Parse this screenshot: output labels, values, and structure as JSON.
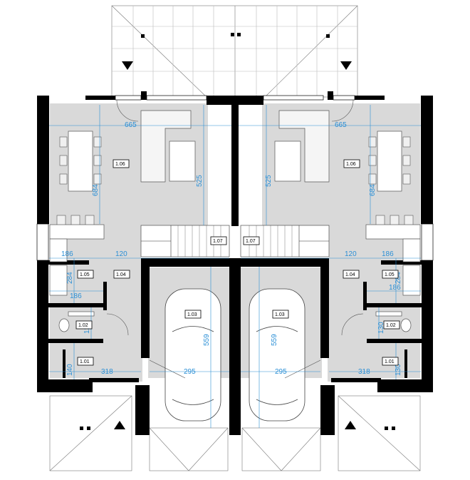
{
  "plan": {
    "rooms": {
      "l_living": "1.06",
      "r_living": "1.06",
      "l_stairs": "1.07",
      "r_stairs": "1.07",
      "l_hall": "1.04",
      "r_hall": "1.04",
      "l_kitchen": "1.05",
      "r_kitchen": "1.05",
      "l_wc": "1.02",
      "r_wc": "1.02",
      "l_garage": "1.03",
      "r_garage": "1.03",
      "l_tech": "1.01",
      "r_tech": "1.01"
    },
    "dims": {
      "l_665": "665",
      "r_665": "665",
      "l_525": "525",
      "r_525": "525",
      "l_684": "684",
      "r_684": "684",
      "l_186a": "186",
      "r_186a": "186",
      "l_120": "120",
      "r_120": "120",
      "l_284": "284",
      "r_284": "284",
      "l_186b": "186",
      "r_186b": "186",
      "l_120v": "120",
      "r_130v": "130",
      "l_140": "140",
      "r_130": "130",
      "l_318": "318",
      "r_318": "318",
      "l_295": "295",
      "r_295": "295",
      "l_559": "559",
      "r_559": "559"
    },
    "colors": {
      "floor": "#d9d9d9",
      "wall": "#000000",
      "dimension": "#2a8fd6",
      "line": "#555555"
    }
  }
}
